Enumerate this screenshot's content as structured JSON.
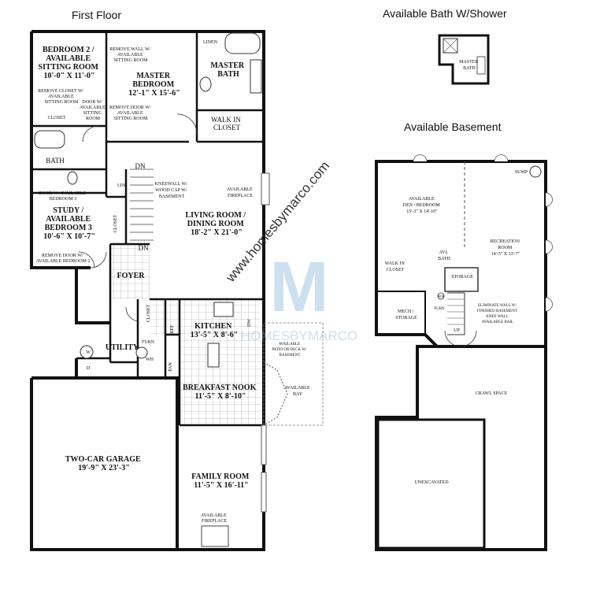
{
  "titles": {
    "first_floor": "First Floor",
    "bath_option": "Available Bath W/Shower",
    "basement": "Available Basement"
  },
  "watermark": {
    "url": "www.homesbymarco.com",
    "logo_letter": "M",
    "logo_text": "HOMESBYMARCO"
  },
  "first_floor": {
    "bedroom2": [
      "BEDROOM 2 /",
      "AVAILABLE",
      "SITTING ROOM",
      "10'-0\" X 11'-0\""
    ],
    "remove_wall": [
      "REMOVE WALL W/",
      "AVAILABLE",
      "SITTING ROOM"
    ],
    "master_bedroom": [
      "MASTER",
      "BEDROOM",
      "12'-1\" X 15'-6\""
    ],
    "linen": "LINEN",
    "master_bath": [
      "MASTER",
      "BATH"
    ],
    "remove_closet": [
      "REMOVE CLOSET W/",
      "AVAILABLE",
      "SITTING ROOM"
    ],
    "door_sitting": [
      "DOOR W/",
      "AVAILABLE",
      "SITTING",
      "ROOM"
    ],
    "remove_door": [
      "REMOVE DOOR W/",
      "AVAILABLE",
      "SITTING ROOM"
    ],
    "closet": "CLOSET",
    "walk_in_closet": [
      "WALK IN",
      "CLOSET"
    ],
    "bath": "BATH",
    "dn": "DN",
    "lin": "LIN",
    "kneewall": [
      "KNEEWALL W/",
      "WOOD CAP W/",
      "BASEMENT"
    ],
    "available_fireplace": [
      "AVAILABLE",
      "FIREPLACE"
    ],
    "door_bedroom3": [
      "DOOR W/ AVAILABLE",
      "BEDROOM 3"
    ],
    "study": [
      "STUDY /",
      "AVAILABLE",
      "BEDROOM 3",
      "10'-6\" X 10'-7\""
    ],
    "living_room": [
      "LIVING ROOM /",
      "DINING ROOM",
      "18'-2\" X 21'-0\""
    ],
    "remove_door_bedroom2": [
      "REMOVE DOOR W/",
      "AVAILABLE BEDROOM 2"
    ],
    "foyer": "FOYER",
    "kitchen": [
      "KITCHEN",
      "13'-5\" X 8'-6\""
    ],
    "ref": "REF",
    "dw": "DW",
    "furn": "FURN",
    "utility": "UTILITY",
    "wh": "WH",
    "pan": "PAN",
    "w": "W",
    "d": "D",
    "patio": [
      "AVAILABLE",
      "PATIO OR DECK W/",
      "BASEMENT"
    ],
    "available_bay": [
      "AVAILABLE",
      "BAY"
    ],
    "breakfast_nook": [
      "BREAKFAST NOOK",
      "11'-5\" X 8'-10\""
    ],
    "garage": [
      "TWO-CAR GARAGE",
      "19'-9\" X 23'-3\""
    ],
    "family_room": [
      "FAMILY ROOM",
      "11'-5\" X 16'-11\""
    ],
    "family_fireplace": [
      "AVAILABLE",
      "FIREPLACE"
    ]
  },
  "bath_option": {
    "master_bath": [
      "MASTER",
      "BATH"
    ]
  },
  "basement": {
    "sump": "SUMP",
    "den": [
      "AVAILABLE",
      "DEN / BEDROOM",
      "15'-3\" X 14'-10\""
    ],
    "recreation": [
      "RECREATION",
      "ROOM",
      "14'-5\" X 33'-7\""
    ],
    "avl_bath": [
      "AVL",
      "BATH"
    ],
    "walk_in_closet": [
      "WALK IN",
      "CLOSET"
    ],
    "storage": "STORAGE",
    "mech": [
      "MECH /",
      "STORAGE"
    ],
    "furn": "FURN",
    "wh": "WH",
    "eliminate_wall": [
      "ELIMINATE WALL W/",
      "FINISHED BASEMENT",
      "KNEE WALL",
      "AVAILABLE RAIL"
    ],
    "up": "UP",
    "crawl_space": "CRAWL SPACE",
    "unexcavated": "UNEXCAVATED"
  }
}
